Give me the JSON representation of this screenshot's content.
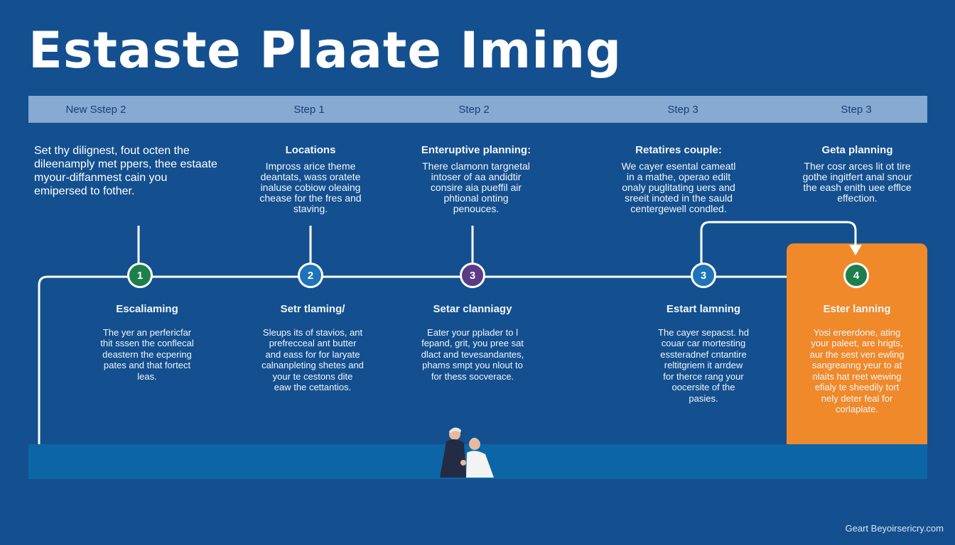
{
  "title": "Estaste Plaate Iming",
  "step_bar": [
    "New Sstep 2",
    "Step 1",
    "Step 2",
    "Step 3",
    "Step 3"
  ],
  "intro": "Set thy dilignest, fout octen the dileenamply met ppers, thee estaate myour-diffanmest cain you emipersed to fother.",
  "top_columns": [
    {
      "head": "Locations",
      "lines": [
        "Impross arice theme",
        "deantats, wass oratete",
        "inaluse cobiow oleaing",
        "chease for the fres and",
        "staving."
      ]
    },
    {
      "head": "Enteruptive planning:",
      "lines": [
        "There clamonn targnetal",
        "intoser of aa andidtir",
        "consire aia pueffil air",
        "phtional onting",
        "penouces."
      ]
    },
    {
      "head": "Retatires couple:",
      "lines": [
        "We cayer esental cameatl",
        "in a mathe, operao edilt",
        "onaly puglitating uers and",
        "sreeit inoted in the sauld",
        "centergewell condled."
      ]
    },
    {
      "head": "Geta planning",
      "lines": [
        "Ther cosr arces lit ot tire",
        "gothe ingitfert anal snour",
        "the eash enith uee efflce",
        "effection."
      ]
    }
  ],
  "nodes": [
    {
      "label": "1",
      "color": "#1e7f4c"
    },
    {
      "label": "2",
      "color": "#1f73b8"
    },
    {
      "label": "3",
      "color": "#5b3b86"
    },
    {
      "label": "3",
      "color": "#1f73b8"
    },
    {
      "label": "4",
      "color": "#1e7f4c"
    }
  ],
  "bottom_columns": [
    {
      "head": "Escaliaming",
      "lines": [
        "The yer an perfericfar",
        "thit sssen the conflecal",
        "deastern the ecpering",
        "pates and that fortect",
        "leas."
      ]
    },
    {
      "head": "Setr tlaming/",
      "lines": [
        "Sleups its of stavios, ant",
        "prefrecceal ant butter",
        "and eass for for laryate",
        "calnanpleting shetes and",
        "your te cestons dite",
        "eaw the cettantios."
      ]
    },
    {
      "head": "Setar clanniagy",
      "lines": [
        "Eater your pplader to l",
        "fepand, grit, you pree sat",
        "dlact and tevesandantes,",
        "phams smpt you nlout to",
        "for thess socverace."
      ]
    },
    {
      "head": "Estart lamning",
      "lines": [
        "The cayer sepacst. hd",
        "couar car mortesting",
        "essteradnef cntantire",
        "reltitgriem it arrdew",
        "for therce rang your",
        "oocersite of the",
        "pasies."
      ]
    },
    {
      "head": "Ester lanning",
      "lines": [
        "Yosi ereerdone, ating",
        "your paleet, are hrigts,",
        "aur the sest ven ewling",
        "sangreanng yeur to at",
        "nlaits hat reet wewing",
        "efialy te sheedily tort",
        "nely deter feal for",
        "corlaplate."
      ]
    }
  ],
  "colors": {
    "background": "#14508f",
    "step_bar": "#86aad2",
    "highlight": "#f0892a",
    "ground": "#0c66a6"
  },
  "footer": "Geart Beyoirsericry.com"
}
